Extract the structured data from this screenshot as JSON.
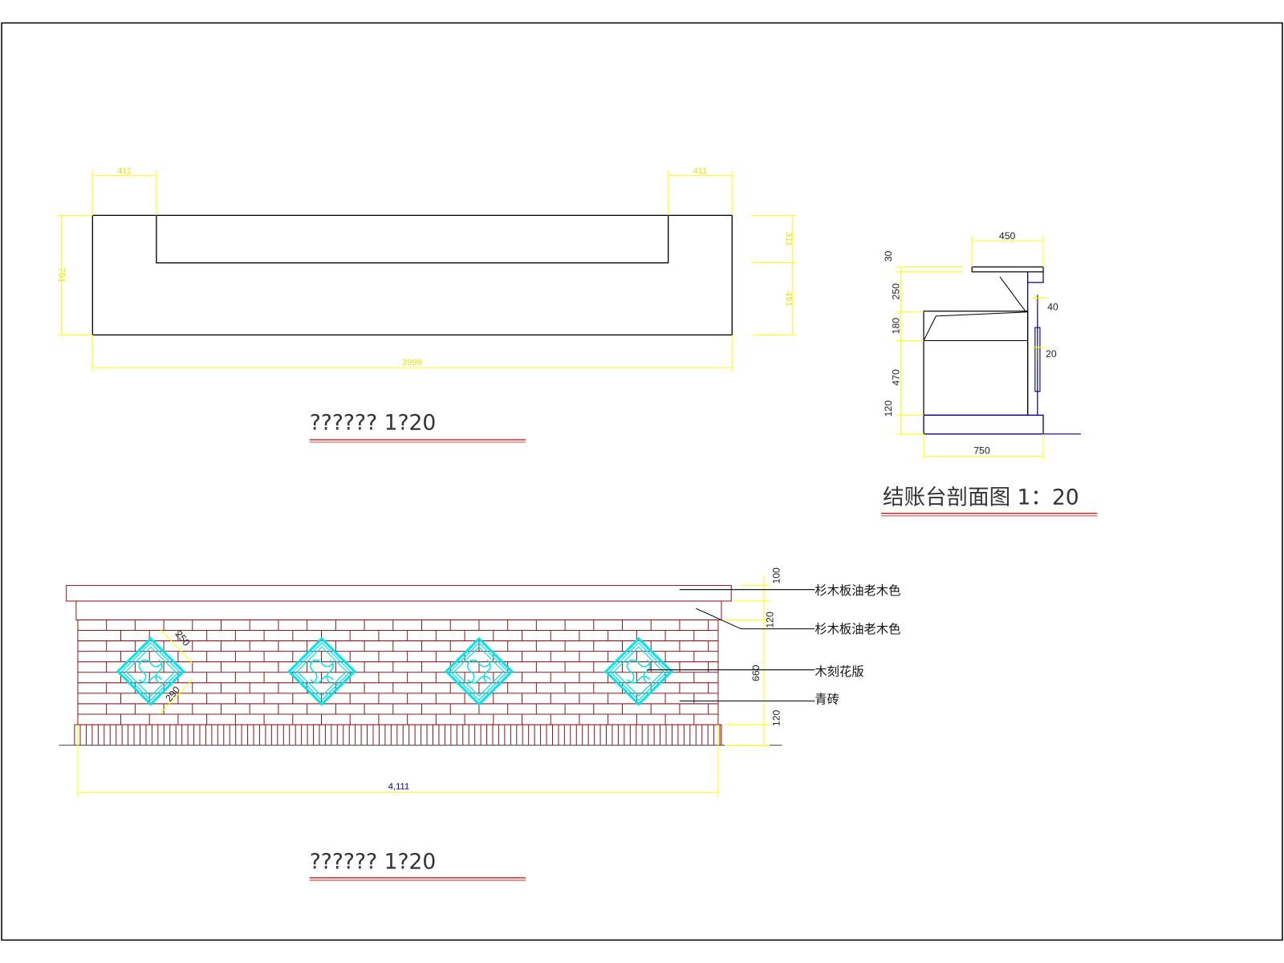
{
  "plan_view": {
    "title": "?????? 1?20",
    "dims": {
      "top_left": "411",
      "top_right": "411",
      "left": "751",
      "right_upper": "311",
      "right_lower": "451",
      "bottom": "3999"
    }
  },
  "section_view": {
    "title": "结账台剖面图 1：20",
    "dims": {
      "top": "450",
      "bottom": "750",
      "d30": "30",
      "d250": "250",
      "d180": "180",
      "d470": "470",
      "d120": "120",
      "d40": "40",
      "d20": "20"
    }
  },
  "elevation_view": {
    "title": "?????? 1?20",
    "dims": {
      "d100": "100",
      "d120_top": "120",
      "d660": "660",
      "d120_bottom": "120",
      "total": "4,111",
      "diag_upper": "250",
      "diag_lower": "290"
    },
    "notes": [
      "杉木板油老木色",
      "杉木板油老木色",
      "木刻花版",
      "青砖"
    ],
    "panel_count": 4
  },
  "colors": {
    "dimension": "#ffff00",
    "brick": "#8b1a1a",
    "panel": "#00e5ee",
    "section_line": "#00008b"
  }
}
